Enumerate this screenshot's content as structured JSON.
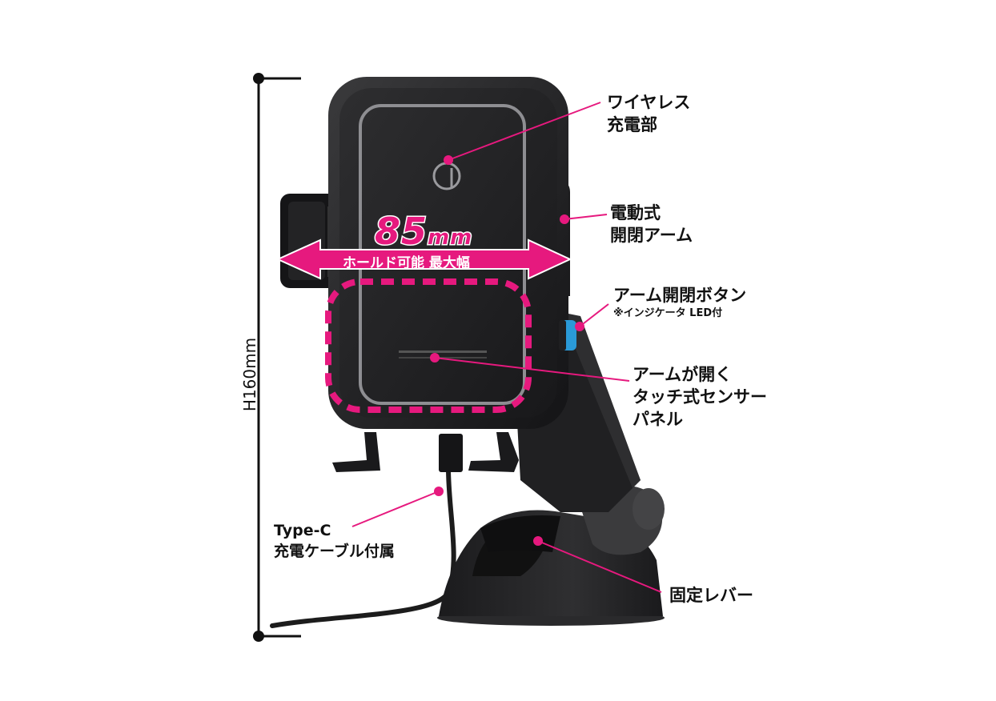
{
  "dimensions": {
    "height_label": "H160mm",
    "width_value": "85",
    "width_unit": "mm",
    "width_caption": "ホールド可能 最大幅"
  },
  "callouts": {
    "wireless_charging": {
      "line1": "ワイヤレス",
      "line2": "充電部"
    },
    "motorized_arm": {
      "line1": "電動式",
      "line2": "開閉アーム"
    },
    "arm_button": {
      "line1": "アーム開閉ボタン",
      "note": "※インジケータ LED付"
    },
    "touch_sensor": {
      "line1": "アームが開く",
      "line2": "タッチ式センサー",
      "line3": "パネル"
    },
    "cable": {
      "line1": "Type-C",
      "line2": "充電ケーブル付属"
    },
    "lever": {
      "line1": "固定レバー"
    }
  },
  "colors": {
    "accent": "#e6197e",
    "device_dark": "#1d1d1f",
    "device_mid": "#2c2c2e",
    "button_blue": "#2a9ad8"
  }
}
